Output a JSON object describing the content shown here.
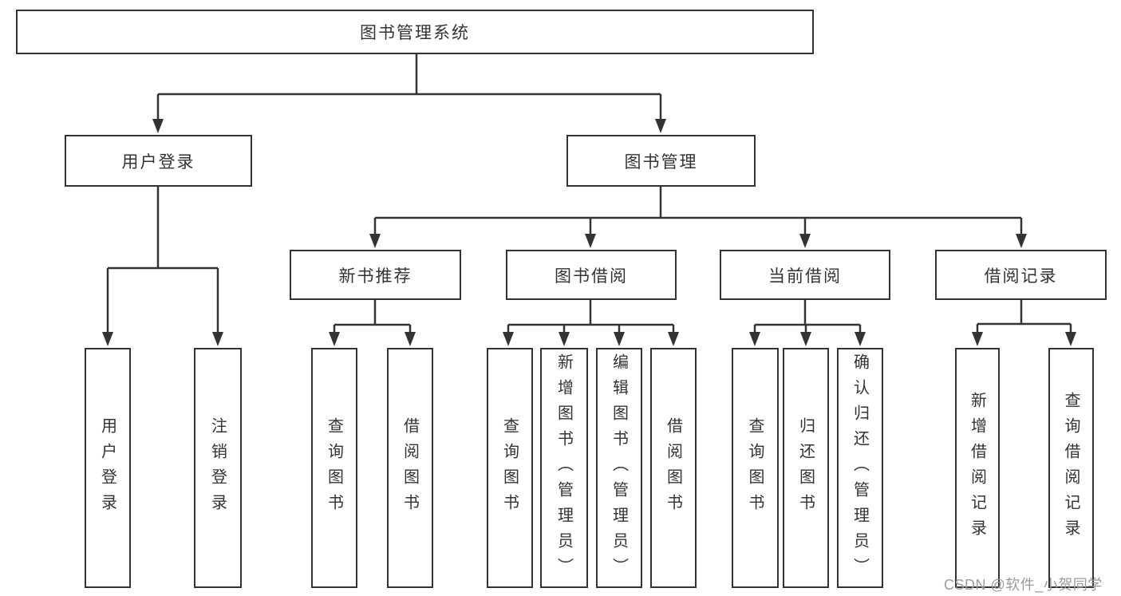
{
  "diagram": {
    "title": "图书管理系统",
    "watermark": "CSDN @软件_小贺同学",
    "colors": {
      "line": "#333333",
      "text": "#333333",
      "background": "#ffffff",
      "watermark": "#9c9c9c"
    },
    "nodes": {
      "root": {
        "label": "图书管理系统"
      },
      "user_login": {
        "label": "用户登录"
      },
      "book_management": {
        "label": "图书管理"
      },
      "new_book_recommend": {
        "label": "新书推荐"
      },
      "book_borrow": {
        "label": "图书借阅"
      },
      "current_borrow": {
        "label": "当前借阅"
      },
      "borrow_records": {
        "label": "借阅记录"
      },
      "leaf_user_login": {
        "label": "用户登录"
      },
      "leaf_logout": {
        "label": "注销登录"
      },
      "leaf_query_book_1": {
        "label": "查询图书"
      },
      "leaf_borrow_book_1": {
        "label": "借阅图书"
      },
      "leaf_query_book_2": {
        "label": "查询图书"
      },
      "leaf_add_book_admin": {
        "label": "新增图书（管理员）"
      },
      "leaf_edit_book_admin": {
        "label": "编辑图书（管理员）"
      },
      "leaf_borrow_book_2": {
        "label": "借阅图书"
      },
      "leaf_query_book_3": {
        "label": "查询图书"
      },
      "leaf_return_book": {
        "label": "归还图书"
      },
      "leaf_confirm_return_admin": {
        "label": "确认归还（管理员）"
      },
      "leaf_add_borrow_record": {
        "label": "新增借阅记录"
      },
      "leaf_query_borrow_record": {
        "label": "查询借阅记录"
      }
    },
    "hierarchy": {
      "图书管理系统": [
        "用户登录",
        "图书管理"
      ],
      "用户登录": [
        "用户登录",
        "注销登录"
      ],
      "图书管理": [
        "新书推荐",
        "图书借阅",
        "当前借阅",
        "借阅记录"
      ],
      "新书推荐": [
        "查询图书",
        "借阅图书"
      ],
      "图书借阅": [
        "查询图书",
        "新增图书（管理员）",
        "编辑图书（管理员）",
        "借阅图书"
      ],
      "当前借阅": [
        "查询图书",
        "归还图书",
        "确认归还（管理员）"
      ],
      "借阅记录": [
        "新增借阅记录",
        "查询借阅记录"
      ]
    }
  }
}
